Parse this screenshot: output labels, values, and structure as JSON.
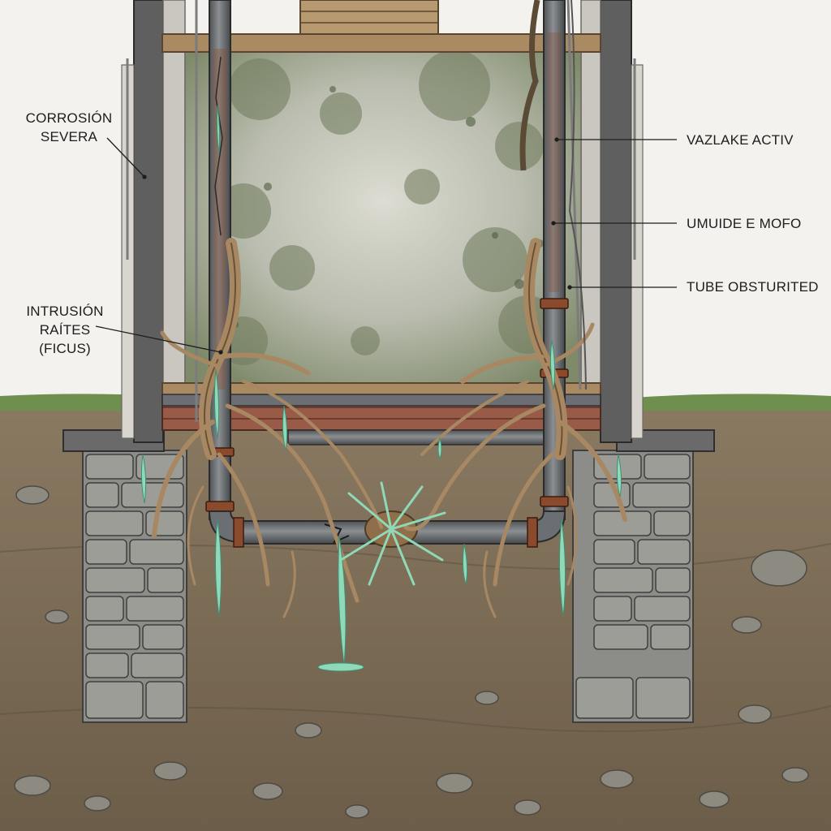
{
  "labels": {
    "corrosion": [
      "CORROSIÓN",
      "SEVERA"
    ],
    "roots": [
      "INTRUSIÓN",
      "RAÍTES",
      "(FICUS)"
    ],
    "leak": "VAZLAKE ACTIV",
    "mold": "UMUIDE E MOFO",
    "blocked": "TUBE OBSTURITED"
  },
  "colors": {
    "soil": "#7a6a55",
    "grass": "#6f8f4e",
    "stone": "#8c8c88",
    "wall": "#5f5f5f",
    "pipe": "#6b6f73",
    "rust": "#8b4a2b",
    "root": "#a88862",
    "water": "#8fd8b8",
    "mold": "#7d8a66",
    "brick": "#9a5a48",
    "wood": "#a98a62"
  }
}
